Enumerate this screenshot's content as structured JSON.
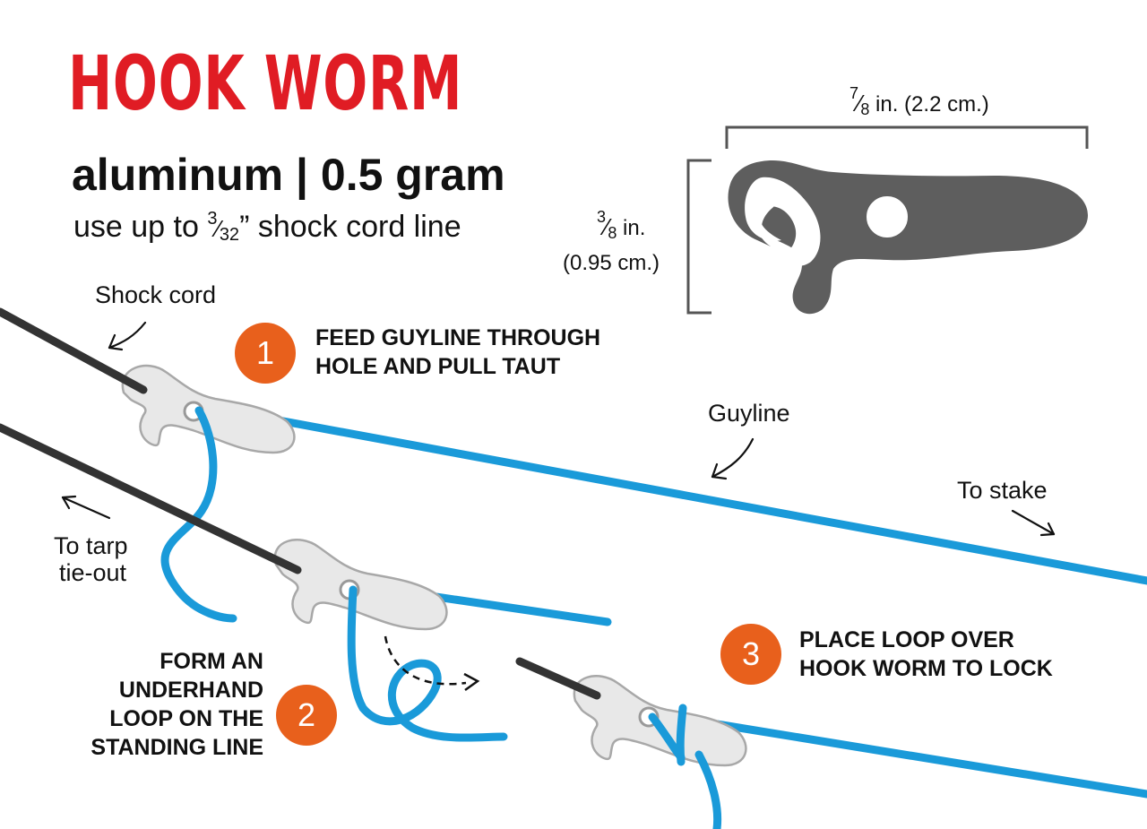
{
  "title": "HOOK WORM",
  "subtitle": "aluminum | 0.5 gram",
  "usage": {
    "prefix": "use up to",
    "frac_num": "3",
    "frac_den": "32",
    "suffix": "” shock cord line"
  },
  "dimensions": {
    "width": {
      "frac_num": "7",
      "frac_den": "8",
      "text": " in.  (2.2 cm.)"
    },
    "height": {
      "frac_num": "3",
      "frac_den": "8",
      "text": " in.",
      "metric": "(0.95 cm.)"
    }
  },
  "labels": {
    "shock_cord": "Shock cord",
    "guyline": "Guyline",
    "to_stake": "To stake",
    "to_tarp_1": "To tarp",
    "to_tarp_2": "tie-out"
  },
  "steps": [
    {
      "number": "1",
      "line1": "FEED GUYLINE THROUGH",
      "line2": "HOLE AND PULL TAUT"
    },
    {
      "number": "2",
      "line1": "FORM AN",
      "line2": "UNDERHAND",
      "line3": "LOOP ON THE",
      "line4": "STANDING LINE"
    },
    {
      "number": "3",
      "line1": "PLACE LOOP OVER",
      "line2": "HOOK WORM TO LOCK"
    }
  ],
  "colors": {
    "title_red": "#e01c24",
    "badge_orange": "#e8601c",
    "guyline_blue": "#1a9ad9",
    "cord_dark": "#333333",
    "hook_dark": "#5e5e5e",
    "hook_light": "#e8e8e8"
  }
}
